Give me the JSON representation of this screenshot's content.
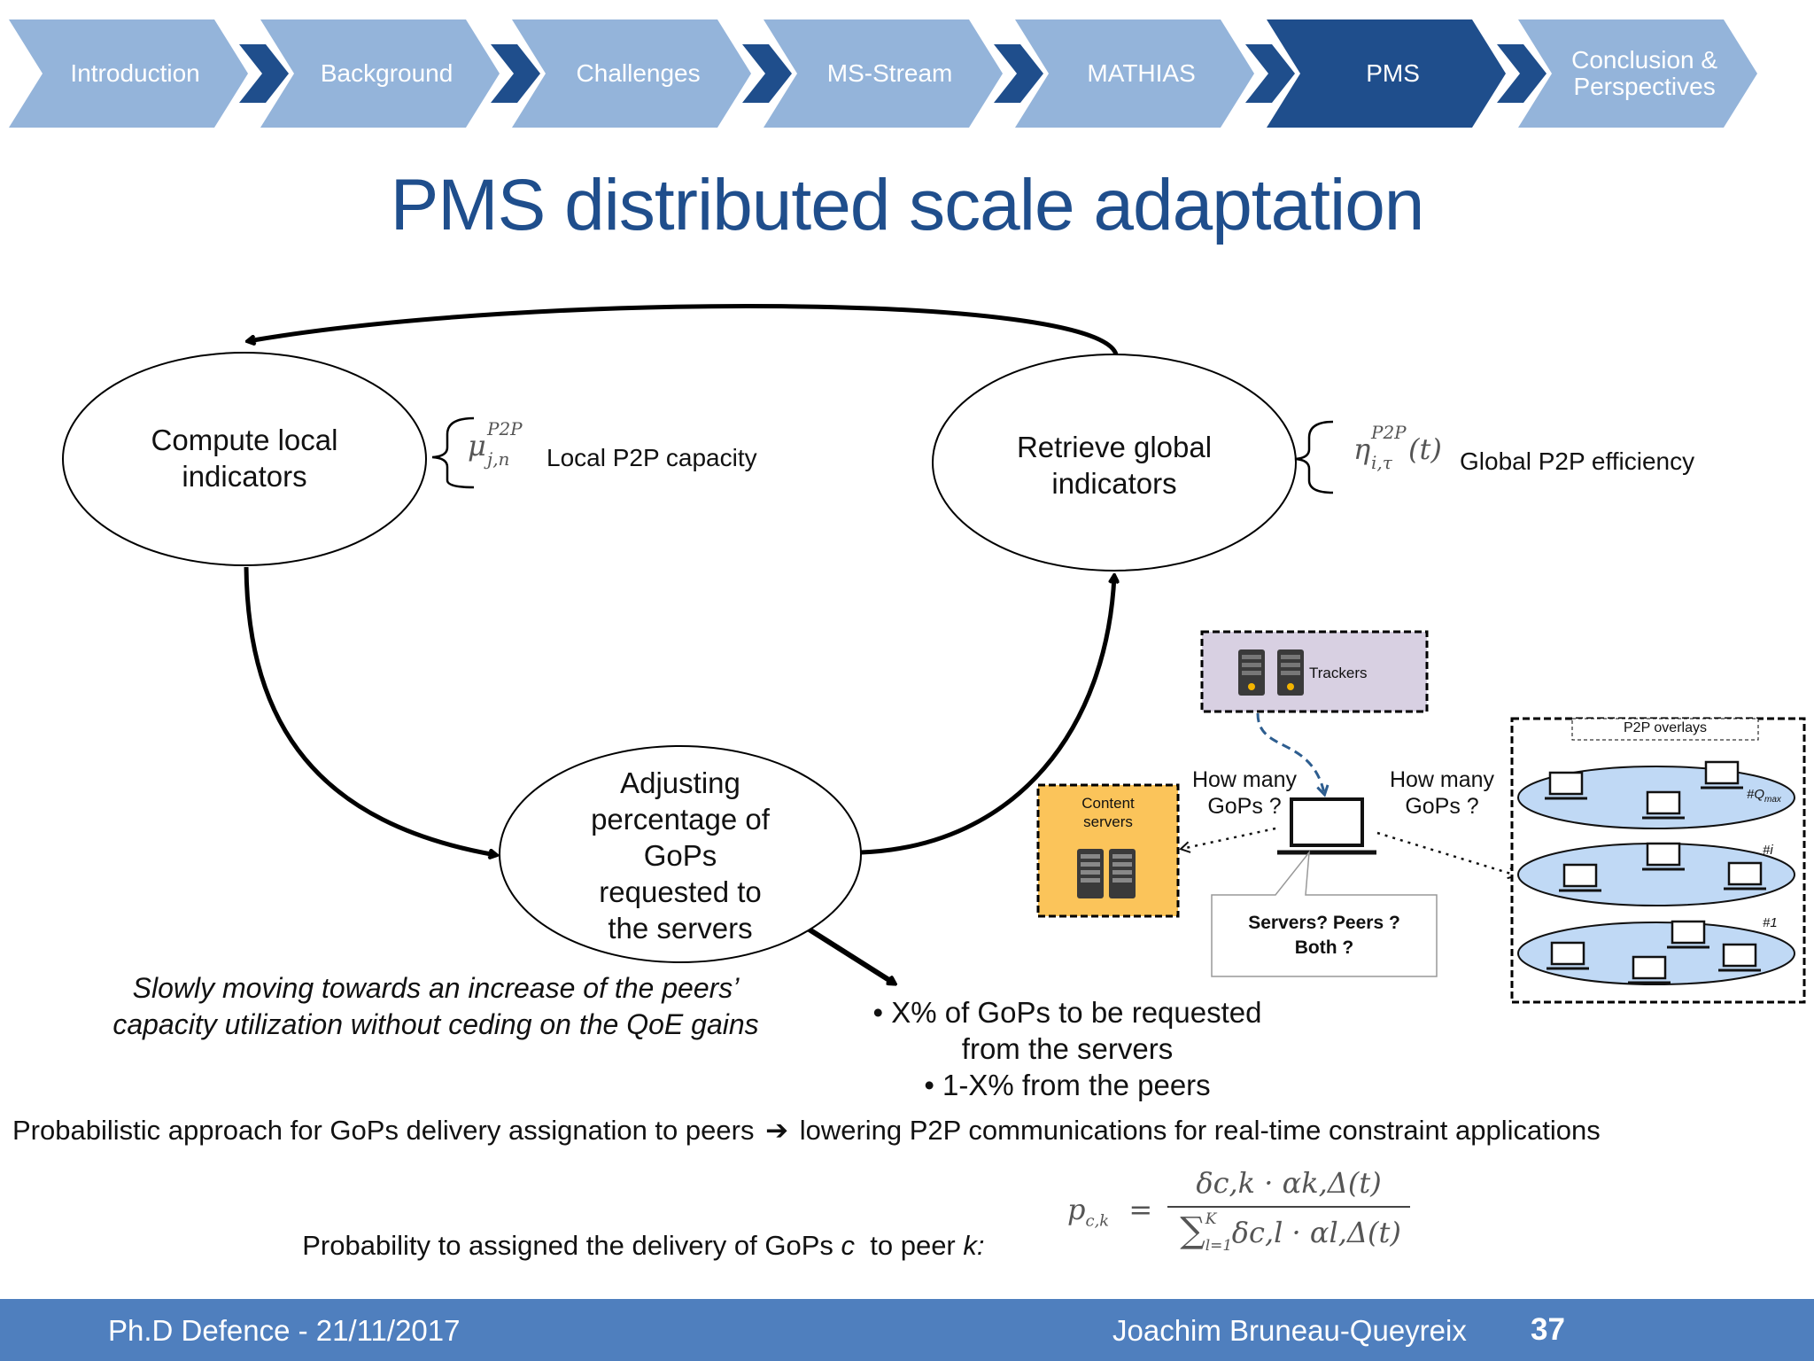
{
  "nav": {
    "items": [
      {
        "label": "Introduction",
        "active": false
      },
      {
        "label": "Background",
        "active": false
      },
      {
        "label": "Challenges",
        "active": false
      },
      {
        "label": "MS-Stream",
        "active": false
      },
      {
        "label": "MATHIAS",
        "active": false
      },
      {
        "label": "PMS",
        "active": true
      },
      {
        "label": "Conclusion &\nPerspectives",
        "active": false
      }
    ]
  },
  "title": "PMS distributed scale adaptation",
  "cycle": {
    "compute": "Compute local\nindicators",
    "retrieve": "Retrieve global\nindicators",
    "adjust": "Adjusting\npercentage of\nGoPs\nrequested to\nthe servers",
    "local_symbol": "μ",
    "local_sup": "P2P",
    "local_sub": "j,n",
    "local_label": "Local P2P capacity",
    "global_symbol": "η",
    "global_sup": "P2P",
    "global_sub": "i,τ",
    "global_arg": "(t)",
    "global_label": "Global P2P efficiency"
  },
  "italic_note": "Slowly moving towards an increase of the peers’\ncapacity utilization without ceding on the QoE gains",
  "bullets": {
    "line1": "• X% of GoPs to be requested",
    "line2": "from the servers",
    "line3": "• 1-X% from the peers"
  },
  "network": {
    "trackers": "Trackers",
    "content_servers": "Content\nservers",
    "ask_left": "How many\nGoPs ?",
    "ask_right": "How many\nGoPs ?",
    "callout": "Servers? Peers ?\nBoth ?",
    "overlays_title": "P2P overlays",
    "overlay_labels": [
      "#Q",
      "#i",
      "#1"
    ],
    "overlay_top_sub": "max"
  },
  "statement": {
    "left": "Probabilistic approach for GoPs delivery assignation to peers",
    "arrow": "➔",
    "right": "lowering P2P communications for real-time constraint applications"
  },
  "probability": {
    "label_pre": "Probability to assigned the delivery of GoPs ",
    "label_c": "c",
    "label_mid": "  to peer ",
    "label_k": "k:",
    "formula_lhs": "p",
    "formula_lhs_sub": "c,k",
    "formula_eq": "=",
    "numerator": "δc,k · αk,Δ(t)",
    "denominator_sum": "∑",
    "denominator_sup": "K",
    "denominator_sub": "l=1",
    "denominator_body": "δc,l · αl,Δ(t)"
  },
  "footer": {
    "left": "Ph.D Defence - 21/11/2017",
    "author": "Joachim Bruneau-Queyreix",
    "page": "37"
  },
  "colors": {
    "nav_light": "#94b4da",
    "nav_dark": "#1f4e8c",
    "nav_chevron": "#1f4e8c",
    "title": "#1f4e8c",
    "footer": "#4f7fbe",
    "tracker_box": "#d8d0e2",
    "content_box": "#fbc45a",
    "overlay_fill": "#c0d9f5"
  }
}
